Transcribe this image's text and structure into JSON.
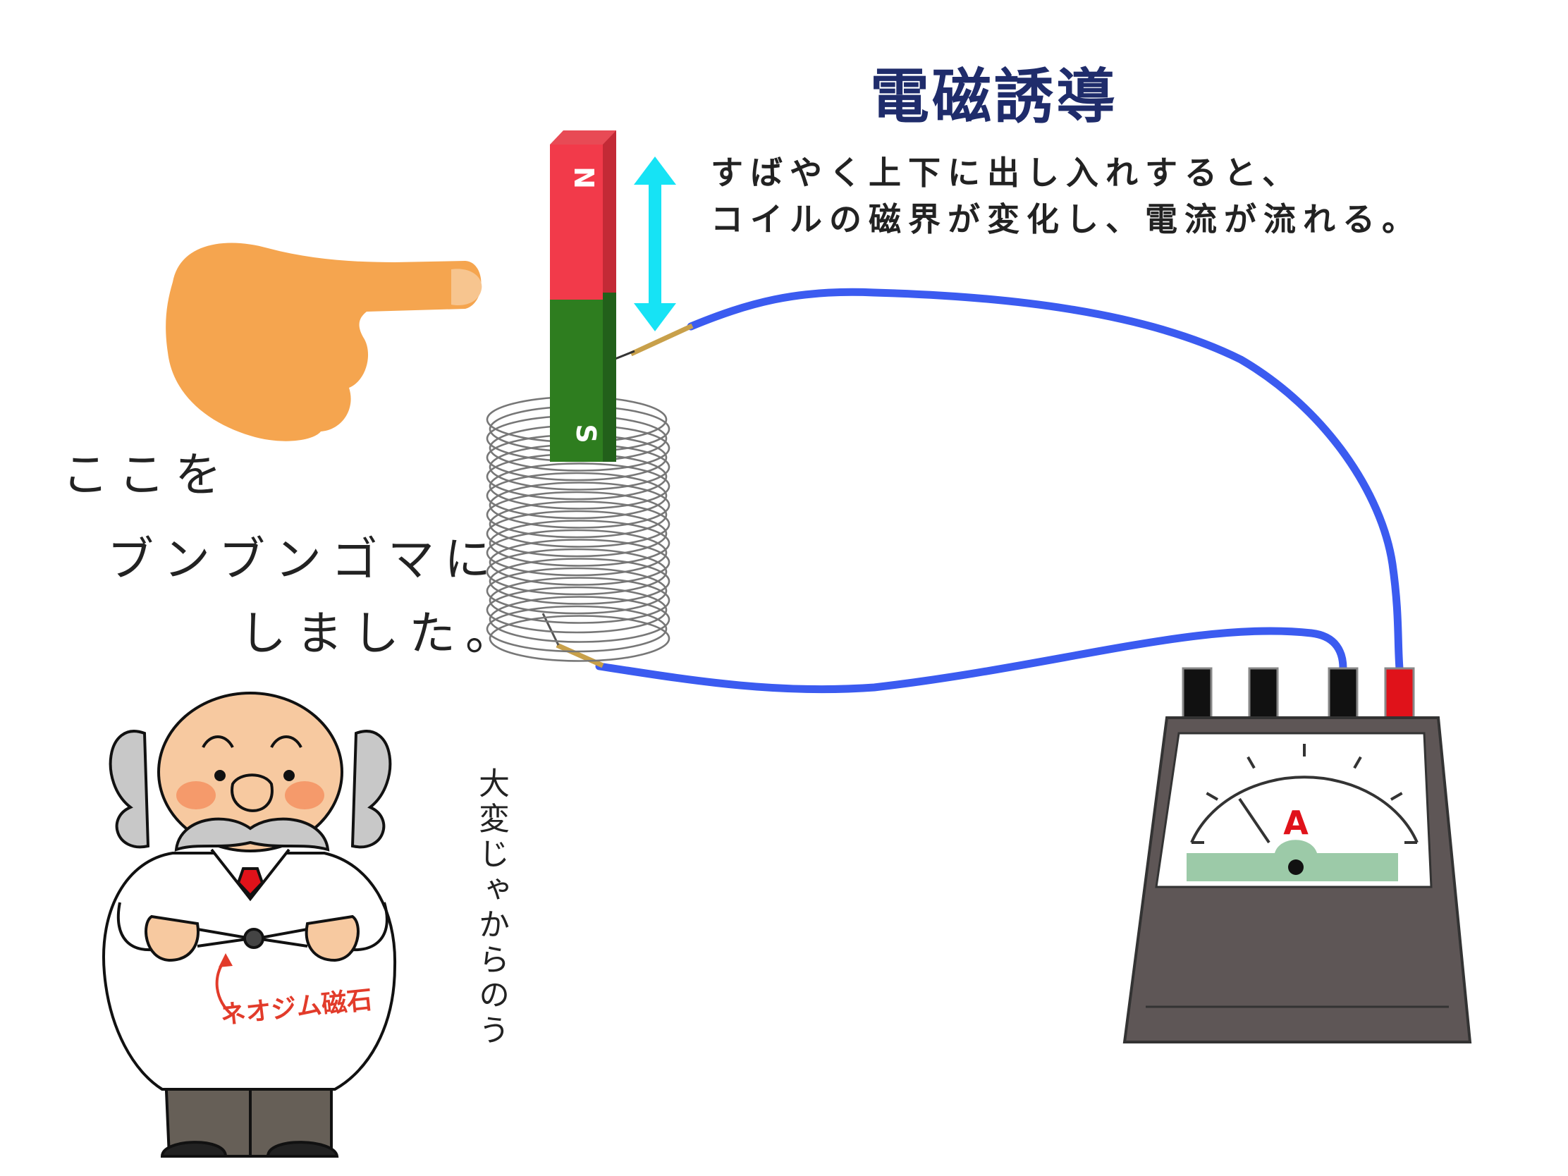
{
  "title": "電磁誘導",
  "description": {
    "line1": "すばやく上下に出し入れすると、",
    "line2": "コイルの磁界が変化し、電流が流れる。"
  },
  "note": {
    "line1": "ここを",
    "line2": "ブンブンゴマに",
    "line3": "しました。"
  },
  "vertical_note": "大変じゃからのう",
  "magnet_label": "ネオジム磁石",
  "magnet": {
    "north_label": "N",
    "south_label": "S"
  },
  "ammeter": {
    "unit_label": "A"
  },
  "colors": {
    "title": "#1f2c6b",
    "wire": "#3b5bf0",
    "magnet_north": "#f23a4a",
    "magnet_south": "#2e7d1f",
    "arrow": "#16e3f5",
    "hand": "#f5a54f",
    "meter_body": "#5e5656",
    "meter_scale_bar": "#9ccaa8",
    "red_terminal": "#e0121a",
    "label_red": "#e23b2a"
  },
  "icons": [
    "pointing-hand-icon",
    "double-arrow-icon",
    "bar-magnet-icon",
    "coil-icon",
    "ammeter-icon",
    "scientist-icon"
  ]
}
